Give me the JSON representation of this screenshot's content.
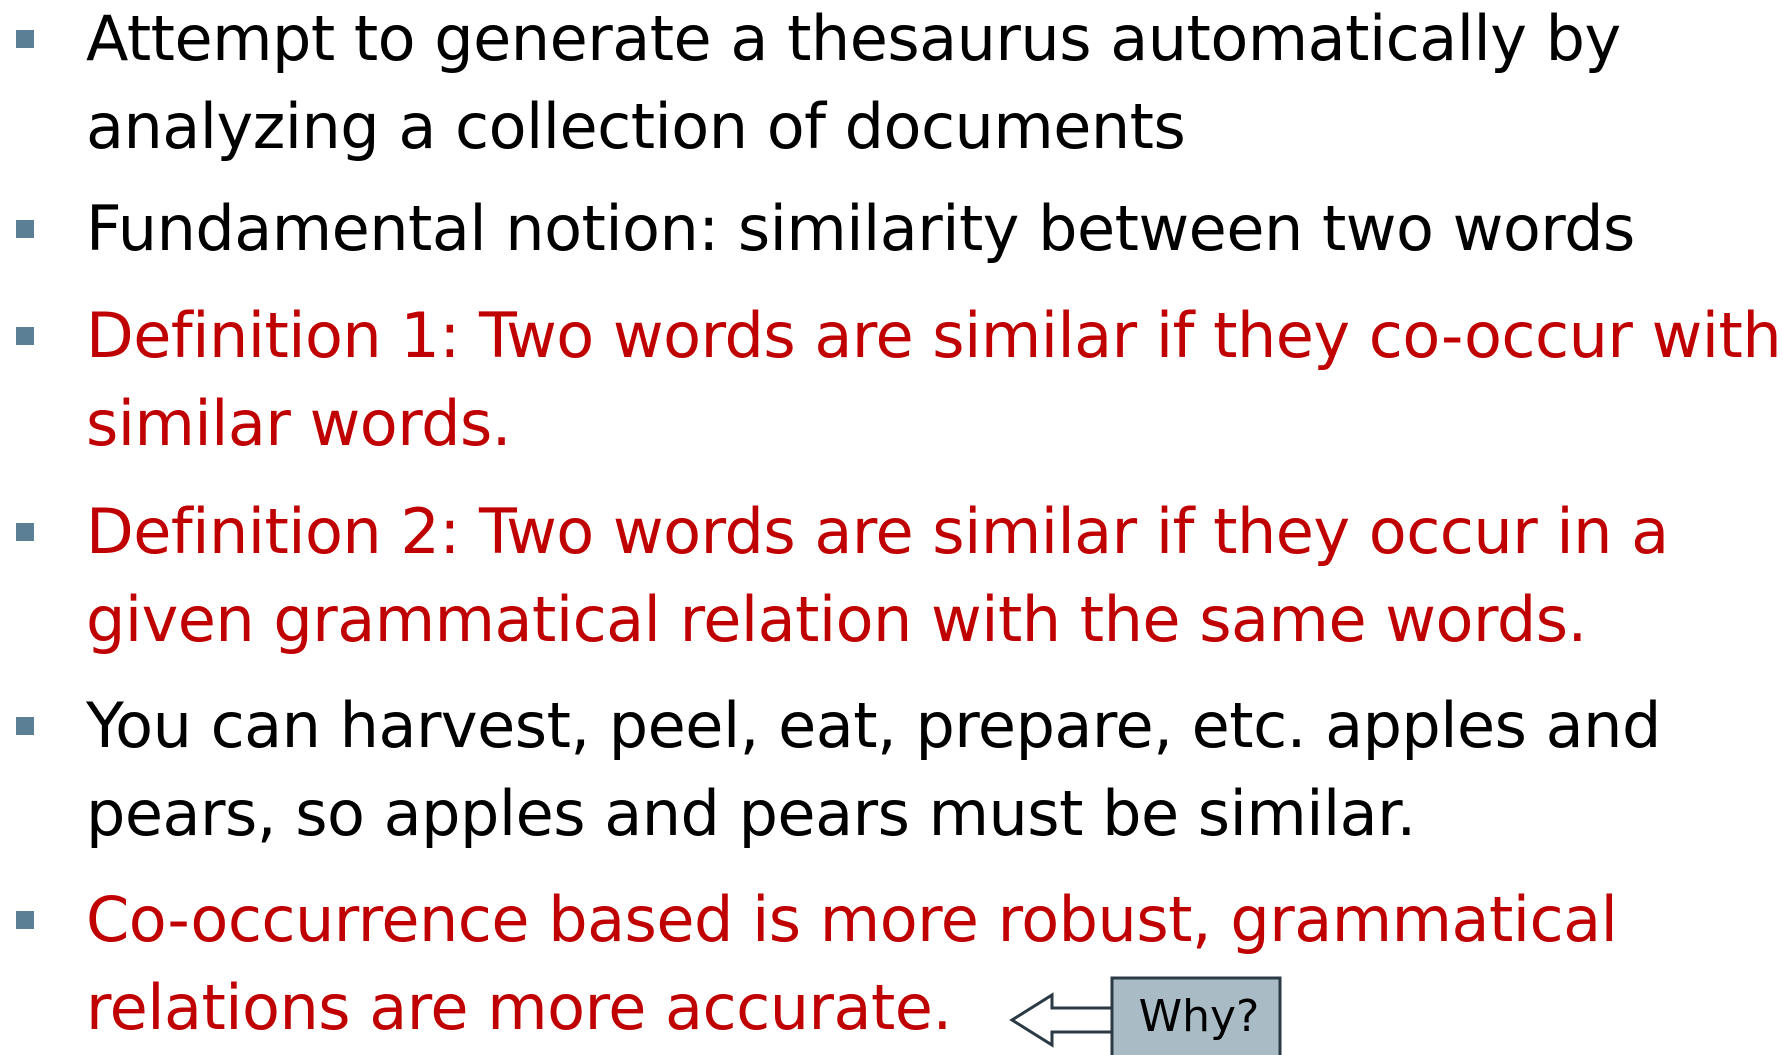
{
  "bullets": [
    {
      "lines": [
        "Attempt to generate a thesaurus automatically by",
        "analyzing a collection of documents"
      ],
      "color": "#000000"
    },
    {
      "lines": [
        "Fundamental notion: similarity between two words"
      ],
      "color": "#000000"
    },
    {
      "lines": [
        "Definition 1: Two words are similar if they co-occur with",
        "similar words."
      ],
      "color": "#c00000"
    },
    {
      "lines": [
        "Definition 2: Two words are similar if they occur in a",
        "given grammatical relation with the same words."
      ],
      "color": "#c00000"
    },
    {
      "lines": [
        "You can harvest, peel, eat, prepare, etc. apples and",
        "pears, so apples and pears must be similar."
      ],
      "color": "#000000"
    },
    {
      "lines": [
        "Co-occurrence based is more robust, grammatical",
        "relations are more accurate."
      ],
      "color": "#c00000"
    }
  ],
  "callout": {
    "label": "Why?",
    "fill_color": "#a9bcc6",
    "icon": "left-arrow-icon"
  },
  "colors": {
    "bullet_marker": "#5b7f95",
    "text_black": "#000000",
    "text_red": "#c00000"
  }
}
